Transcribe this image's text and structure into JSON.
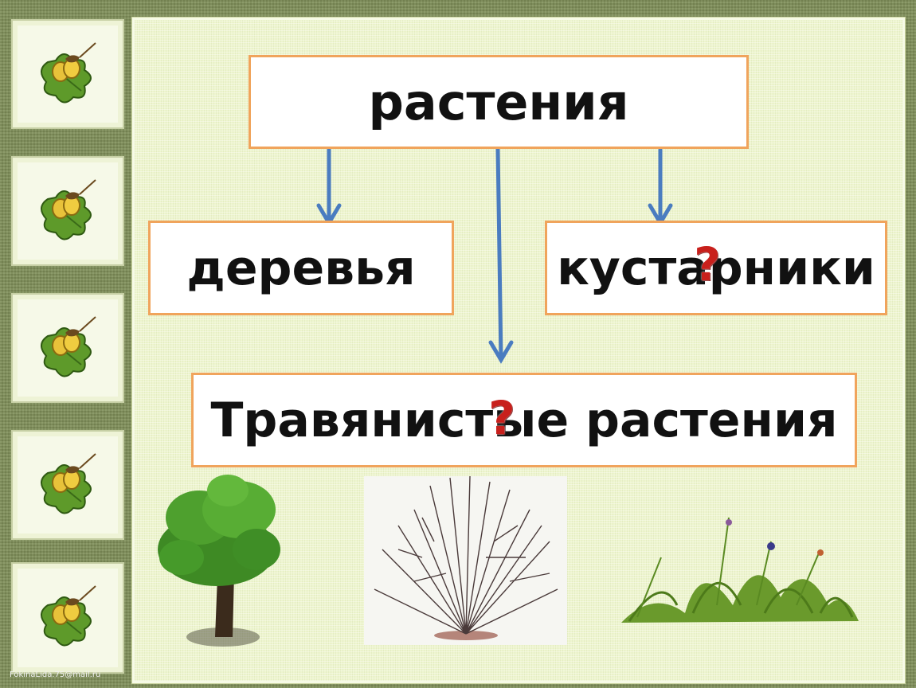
{
  "slide": {
    "title": "растения",
    "categories": {
      "trees": "деревья",
      "shrubs": "кустарники",
      "herbs": "Травянистые растения"
    },
    "question_mark": "?",
    "footer": "FokinaLida.75@mail.ru"
  },
  "decor": {
    "side_tiles_icon": "acorn-oak-leaf-icon",
    "images": [
      "tree-image",
      "shrub-image",
      "grass-image"
    ]
  },
  "colors": {
    "box_border": "#f0a45c",
    "arrow": "#4a7cc0",
    "question": "#c8201c"
  }
}
